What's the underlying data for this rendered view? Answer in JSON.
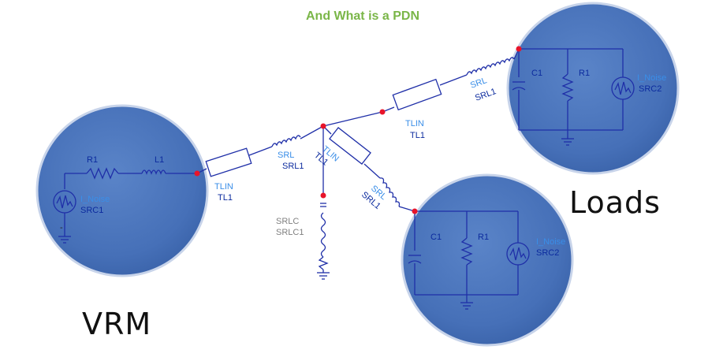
{
  "title": "And What is a PDN",
  "colors": {
    "title": "#7ab648",
    "circle": "#4f7ac0",
    "wire": "#1f2fa8",
    "label_light": "#3a8ee8",
    "label_dark": "#0c2b9e",
    "label_gray": "#808080",
    "node": "#e8142a"
  },
  "captions": {
    "vrm": "VRM",
    "loads": "Loads"
  },
  "vrm": {
    "r1": "R1",
    "l1": "L1",
    "src_type": "I_Noise",
    "src_id": "SRC1",
    "ground_mark": "-"
  },
  "links": {
    "tl_left": {
      "type": "TLIN",
      "id": "TL1"
    },
    "srl_left": {
      "type": "SRL",
      "id": "SRL1"
    },
    "tl_mid": {
      "type": "TLIN",
      "id": "TL1"
    },
    "tl_top": {
      "type": "TLIN",
      "id": "TL1"
    },
    "srl_top": {
      "type": "SRL",
      "id": "SRL1"
    },
    "srl_bot": {
      "type": "SRL",
      "id": "SRL1"
    },
    "srlc": {
      "type": "SRLC",
      "id": "SRLC1"
    }
  },
  "load_top": {
    "c1": "C1",
    "r1": "R1",
    "src_type": "I_Noise",
    "src_id": "SRC2"
  },
  "load_bottom": {
    "c1": "C1",
    "r1": "R1",
    "src_type": "I_Noise",
    "src_id": "SRC2"
  }
}
